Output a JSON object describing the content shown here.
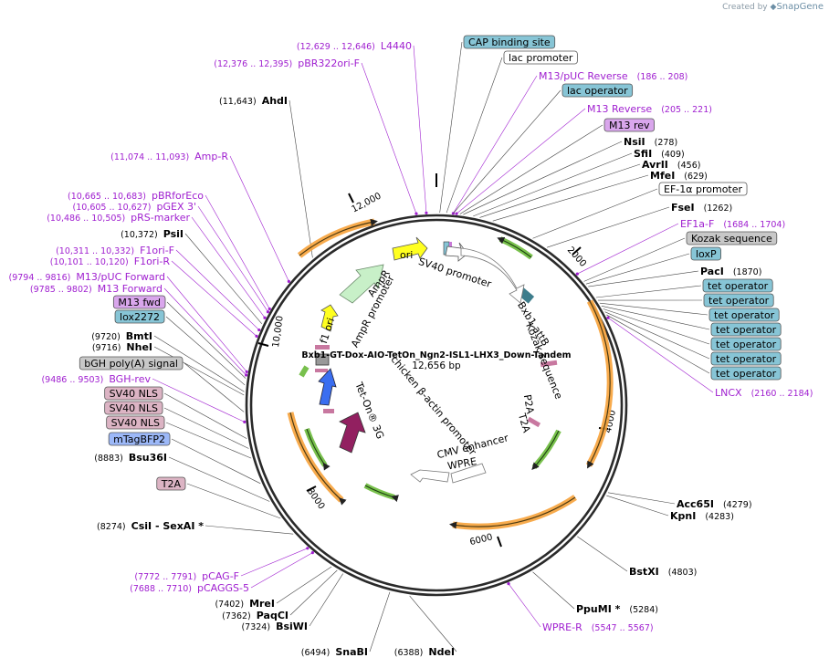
{
  "branding": {
    "created_by": "Created by",
    "app_name": "SnapGene"
  },
  "plasmid": {
    "name": "Bxb1-GT-Dox-AIO-TetOn_Ngn2-ISL1-LHX3_Down-Tandem",
    "length_label": "12,656 bp"
  },
  "ring_ticks": [
    "2000",
    "4000",
    "6000",
    "8000",
    "10,000",
    "12,000"
  ],
  "colors": {
    "enzyme": "#000000",
    "primer": "#a020d0",
    "feature_blue": "#87c5d6",
    "feature_pink": "#dcb4c4",
    "feature_gray": "#c8c8c8",
    "feature_violet": "#d9a6ec",
    "feature_bfp": "#9cb8f8",
    "feature_white": "#ffffff",
    "arc_orange": "#f7a23a",
    "arc_green": "#6aba3a"
  },
  "labels": [
    {
      "n": "(12,629 .. 12,646)",
      "b": "L4440",
      "c": "primer"
    },
    {
      "n": "(12,376 .. 12,395)",
      "b": "pBR322ori-F",
      "c": "primer"
    },
    {
      "n": "(11,643)",
      "b": "AhdI",
      "c": "enzyme"
    },
    {
      "n": "(11,074 .. 11,093)",
      "b": "Amp-R",
      "c": "primer"
    },
    {
      "n": "(10,665 .. 10,683)",
      "b": "pBRforEco",
      "c": "primer"
    },
    {
      "n": "(10,605 .. 10,627)",
      "b": "pGEX 3'",
      "c": "primer"
    },
    {
      "n": "(10,486 .. 10,505)",
      "b": "pRS-marker",
      "c": "primer"
    },
    {
      "n": "(10,372)",
      "b": "PsiI",
      "c": "enzyme"
    },
    {
      "n": "(10,311 .. 10,332)",
      "b": "F1ori-F",
      "c": "primer"
    },
    {
      "n": "(10,101 .. 10,120)",
      "b": "F1ori-R",
      "c": "primer"
    },
    {
      "n": "(9794 .. 9816)",
      "b": "M13/pUC Forward",
      "c": "primer"
    },
    {
      "n": "(9785 .. 9802)",
      "b": "M13 Forward",
      "c": "primer"
    },
    {
      "n": "",
      "b": "M13 fwd",
      "c": "violet"
    },
    {
      "n": "",
      "b": "lox2272",
      "c": "blue"
    },
    {
      "n": "(9720)",
      "b": "BmtI",
      "c": "enzyme"
    },
    {
      "n": "(9716)",
      "b": "NheI",
      "c": "enzyme"
    },
    {
      "n": "",
      "b": "bGH poly(A) signal",
      "c": "gray"
    },
    {
      "n": "(9486 .. 9503)",
      "b": "BGH-rev",
      "c": "primer"
    },
    {
      "n": "",
      "b": "SV40 NLS",
      "c": "pink"
    },
    {
      "n": "",
      "b": "SV40 NLS",
      "c": "pink"
    },
    {
      "n": "",
      "b": "SV40 NLS",
      "c": "pink"
    },
    {
      "n": "",
      "b": "mTagBFP2",
      "c": "bfp"
    },
    {
      "n": "(8883)",
      "b": "Bsu36I",
      "c": "enzyme"
    },
    {
      "n": "",
      "b": "T2A",
      "c": "pink"
    },
    {
      "n": "(8274)",
      "b": "CsiI  - SexAI *",
      "c": "enzyme"
    },
    {
      "n": "(7772 .. 7791)",
      "b": "pCAG-F",
      "c": "primer"
    },
    {
      "n": "(7688 .. 7710)",
      "b": "pCAGGS-5",
      "c": "primer"
    },
    {
      "n": "(7402)",
      "b": "MreI",
      "c": "enzyme"
    },
    {
      "n": "(7362)",
      "b": "PaqCI",
      "c": "enzyme"
    },
    {
      "n": "(7324)",
      "b": "BsiWI",
      "c": "enzyme"
    },
    {
      "n": "(6494)",
      "b": "SnaBI",
      "c": "enzyme"
    },
    {
      "n": "(6388)",
      "b": "NdeI",
      "c": "enzyme"
    },
    {
      "n": "(5547 .. 5567)",
      "b": "WPRE-R",
      "c": "primer"
    },
    {
      "n": "(5284)",
      "b": "PpuMI *",
      "c": "enzyme"
    },
    {
      "n": "(4803)",
      "b": "BstXI",
      "c": "enzyme"
    },
    {
      "n": "(4283)",
      "b": "KpnI",
      "c": "enzyme"
    },
    {
      "n": "(4279)",
      "b": "Acc65I",
      "c": "enzyme"
    },
    {
      "n": "",
      "b": "CAP binding site",
      "c": "blue"
    },
    {
      "n": "",
      "b": "lac promoter",
      "c": "white"
    },
    {
      "n": "(186 .. 208)",
      "b": "M13/pUC Reverse",
      "c": "primer"
    },
    {
      "n": "",
      "b": "lac operator",
      "c": "blue"
    },
    {
      "n": "(205 .. 221)",
      "b": "M13 Reverse",
      "c": "primer"
    },
    {
      "n": "",
      "b": "M13 rev",
      "c": "violet"
    },
    {
      "n": "(278)",
      "b": "NsiI",
      "c": "enzyme"
    },
    {
      "n": "(409)",
      "b": "SfiI",
      "c": "enzyme"
    },
    {
      "n": "(456)",
      "b": "AvrII",
      "c": "enzyme"
    },
    {
      "n": "(629)",
      "b": "MfeI",
      "c": "enzyme"
    },
    {
      "n": "",
      "b": "EF-1α promoter",
      "c": "white"
    },
    {
      "n": "(1262)",
      "b": "FseI",
      "c": "enzyme"
    },
    {
      "n": "(1684 .. 1704)",
      "b": "EF1a-F",
      "c": "primer"
    },
    {
      "n": "",
      "b": "Kozak sequence",
      "c": "gray"
    },
    {
      "n": "",
      "b": "loxP",
      "c": "blue"
    },
    {
      "n": "(1870)",
      "b": "PacI",
      "c": "enzyme"
    },
    {
      "n": "",
      "b": "tet operator",
      "c": "blue"
    },
    {
      "n": "",
      "b": "tet operator",
      "c": "blue"
    },
    {
      "n": "",
      "b": "tet operator",
      "c": "blue"
    },
    {
      "n": "",
      "b": "tet operator",
      "c": "blue"
    },
    {
      "n": "",
      "b": "tet operator",
      "c": "blue"
    },
    {
      "n": "",
      "b": "tet operator",
      "c": "blue"
    },
    {
      "n": "",
      "b": "tet operator",
      "c": "blue"
    },
    {
      "n": "(2160 .. 2184)",
      "b": "LNCX",
      "c": "primer"
    }
  ],
  "inner_features": [
    {
      "text": "ori"
    },
    {
      "text": "SV40 promoter"
    },
    {
      "text": "AmpR"
    },
    {
      "text": "AmpR promoter"
    },
    {
      "text": "f1 ori"
    },
    {
      "text": "Bxb1 attB"
    },
    {
      "text": "Kozak sequence"
    },
    {
      "text": "P2A"
    },
    {
      "text": "T2A"
    },
    {
      "text": "Tet-On® 3G"
    },
    {
      "text": "chicken β-actin promoter"
    },
    {
      "text": "CMV enhancer"
    },
    {
      "text": "WPRE"
    }
  ]
}
